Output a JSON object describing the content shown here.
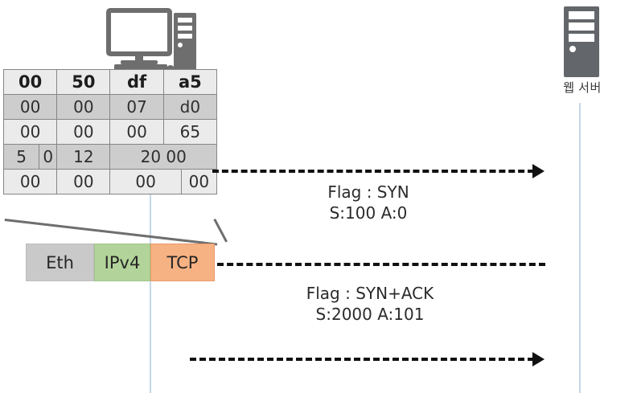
{
  "diagram": {
    "title": "TCP three-way handshake with TCP header bytes"
  },
  "client": {
    "icon_name": "desktop-computer-icon"
  },
  "server": {
    "icon_name": "server-tower-icon",
    "label": "웹 서버"
  },
  "header_table": {
    "rows": [
      {
        "style": "light-bold",
        "cells": [
          {
            "text": "00",
            "span": 3
          },
          {
            "text": "50",
            "span": 3
          },
          {
            "text": "df",
            "span": 3
          },
          {
            "text": "a5",
            "span": 3
          }
        ]
      },
      {
        "style": "dark",
        "cells": [
          {
            "text": "00",
            "span": 3
          },
          {
            "text": "00",
            "span": 3
          },
          {
            "text": "07",
            "span": 3
          },
          {
            "text": "d0",
            "span": 3
          }
        ]
      },
      {
        "style": "light",
        "cells": [
          {
            "text": "00",
            "span": 3
          },
          {
            "text": "00",
            "span": 3
          },
          {
            "text": "00",
            "span": 3
          },
          {
            "text": "65",
            "span": 3
          }
        ]
      },
      {
        "style": "dark",
        "cells": [
          {
            "text": "5",
            "span": 2
          },
          {
            "text": "0",
            "span": 1
          },
          {
            "text": "12",
            "span": 3
          },
          {
            "text": "20    00",
            "span": 6
          }
        ]
      },
      {
        "style": "light",
        "cells": [
          {
            "text": "00",
            "span": 3
          },
          {
            "text": "00",
            "span": 3
          },
          {
            "text": "00",
            "span": 4
          },
          {
            "text": "00",
            "span": 2
          }
        ]
      }
    ]
  },
  "stack": {
    "boxes": [
      {
        "label": "Eth",
        "color": "#c9c9c9"
      },
      {
        "label": "IPv4",
        "color": "#b2d49a"
      },
      {
        "label": "TCP",
        "color": "#f7b283"
      }
    ]
  },
  "messages": [
    {
      "name": "syn",
      "flag_line": "Flag : SYN",
      "seq_line": "S:100 A:0",
      "direction": "client-to-server"
    },
    {
      "name": "syn-ack",
      "flag_line": "Flag : SYN+ACK",
      "seq_line": "S:2000 A:101",
      "direction": "server-to-client"
    }
  ],
  "colors": {
    "lifeline": "#c3d8ea",
    "arrow": "#111111",
    "table_light": "#ebebeb",
    "table_dark": "#cdcdcd",
    "eth": "#c9c9c9",
    "ipv4": "#b2d49a",
    "tcp": "#f7b283",
    "icon_gray": "#6e6e6e"
  }
}
